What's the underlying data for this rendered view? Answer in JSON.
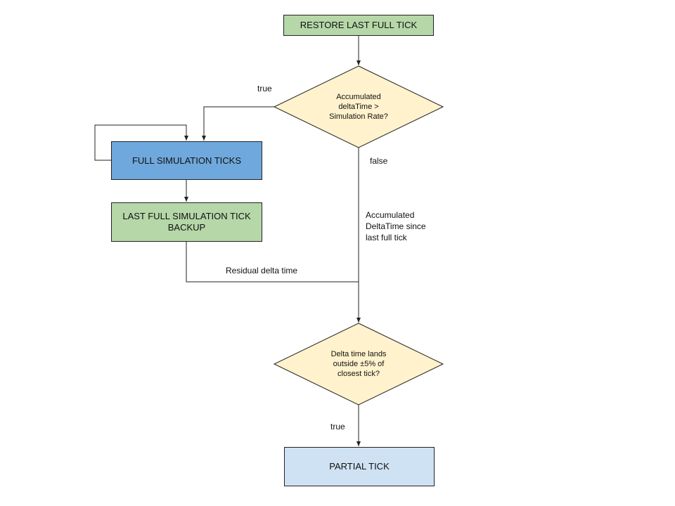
{
  "colors": {
    "green_fill": "#b6d7a8",
    "blue_fill": "#6fa8dc",
    "light_blue_fill": "#cfe2f3",
    "yellow_fill": "#fff2cc",
    "stroke": "#222222"
  },
  "nodes": {
    "restore": "RESTORE LAST FULL TICK",
    "decision_rate": "Accumulated\ndeltaTime >\nSimulation Rate?",
    "full_ticks": "FULL SIMULATION TICKS",
    "backup": "LAST FULL SIMULATION TICK BACKUP",
    "decision_outside": "Delta time lands\noutside ±5% of\nclosest tick?",
    "partial": "PARTIAL TICK"
  },
  "edge_labels": {
    "true_top": "true",
    "false_right": "false",
    "accumulated": "Accumulated\nDeltaTime since\nlast full tick",
    "residual": "Residual delta time",
    "true_bottom": "true"
  }
}
